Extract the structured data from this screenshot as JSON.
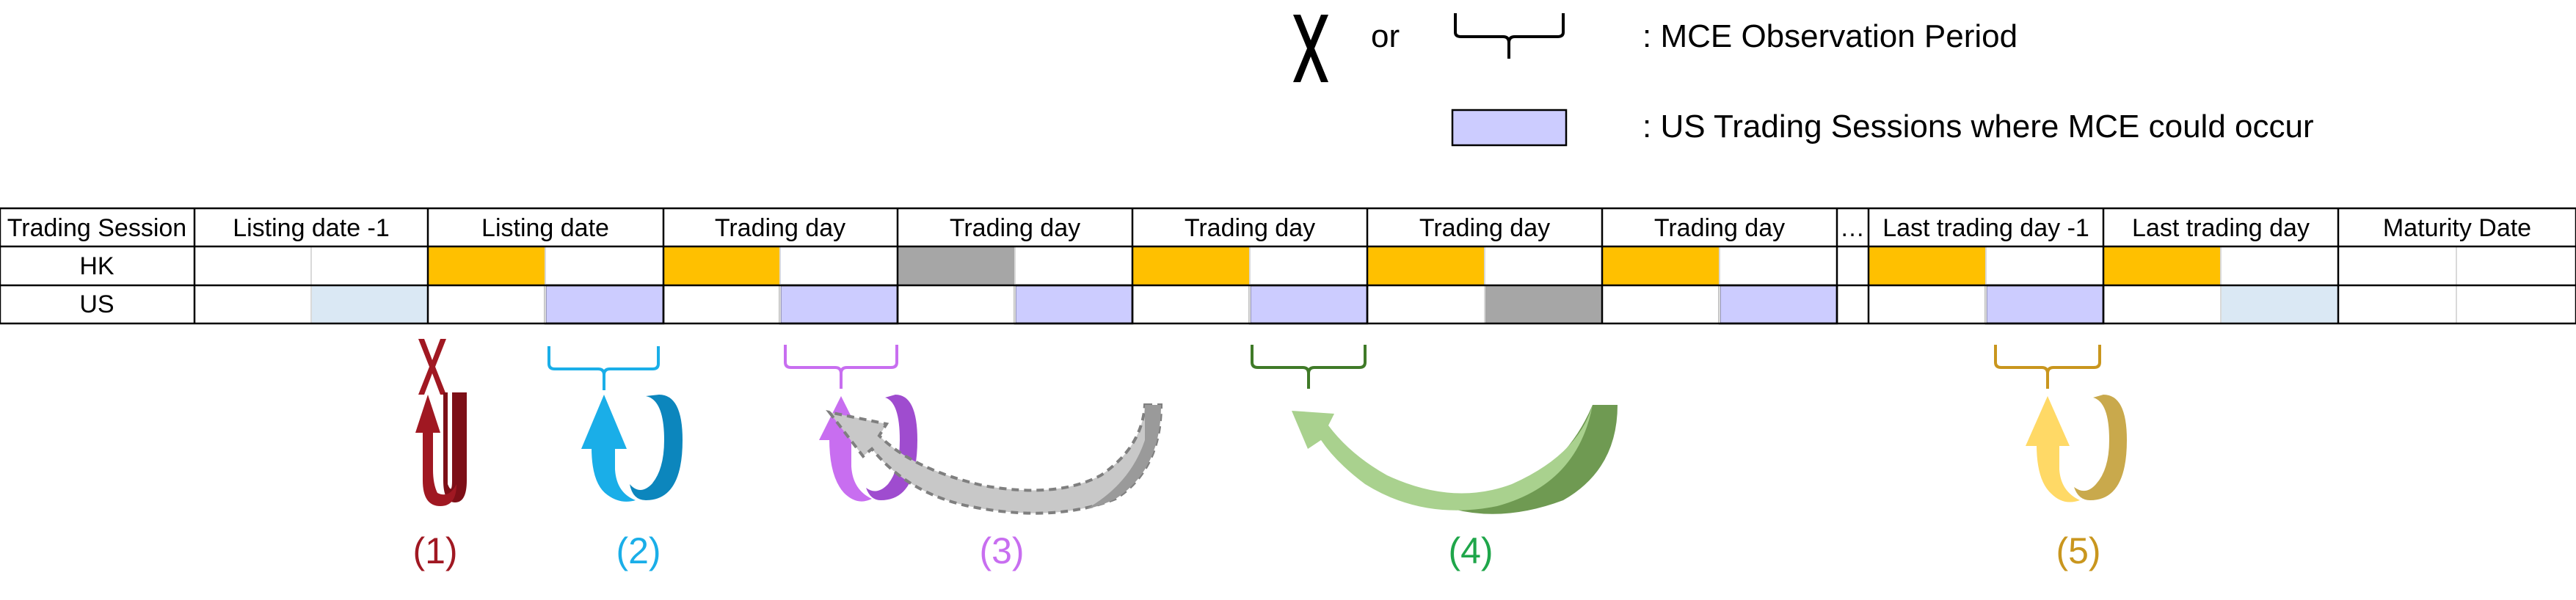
{
  "legend": {
    "or": "or",
    "observation_label": ": MCE Observation Period",
    "sessions_label": ": US Trading Sessions where MCE could occur"
  },
  "table": {
    "header": [
      "Trading Session",
      "Listing date -1",
      "Listing date",
      "Trading day",
      "Trading day",
      "Trading day",
      "Trading day",
      "Trading day",
      "…",
      "Last trading day -1",
      "Last trading day",
      "Maturity Date"
    ],
    "rows": [
      {
        "label": "HK",
        "cells": [
          "empty",
          "empty",
          "orange",
          "empty",
          "orange",
          "empty",
          "gray",
          "empty",
          "orange",
          "empty",
          "orange",
          "empty",
          "orange",
          "empty",
          "empty",
          "orange",
          "empty",
          "orange",
          "empty",
          "empty",
          "empty"
        ]
      },
      {
        "label": "US",
        "cells": [
          "empty",
          "lightblue",
          "empty",
          "lavender",
          "empty",
          "lavender",
          "empty",
          "lavender",
          "empty",
          "lavender",
          "empty",
          "gray",
          "empty",
          "lavender",
          "empty",
          "empty",
          "lavender",
          "empty",
          "lightblue",
          "empty",
          "empty"
        ]
      }
    ]
  },
  "cases": [
    {
      "label": "(1)",
      "color": "#a01822"
    },
    {
      "label": "(2)",
      "color": "#1aaee8"
    },
    {
      "label": "(3)",
      "color": "#c86ef0"
    },
    {
      "label": "(4)",
      "color": "#1fa64a"
    },
    {
      "label": "(5)",
      "color": "#c9961e"
    }
  ],
  "colors": {
    "orange": "#ffc000",
    "gray": "#a6a6a6",
    "lavender": "#ccccff",
    "lightblue": "#dae8f4",
    "grid": "#000000",
    "innergrid": "#d9d9d9"
  }
}
